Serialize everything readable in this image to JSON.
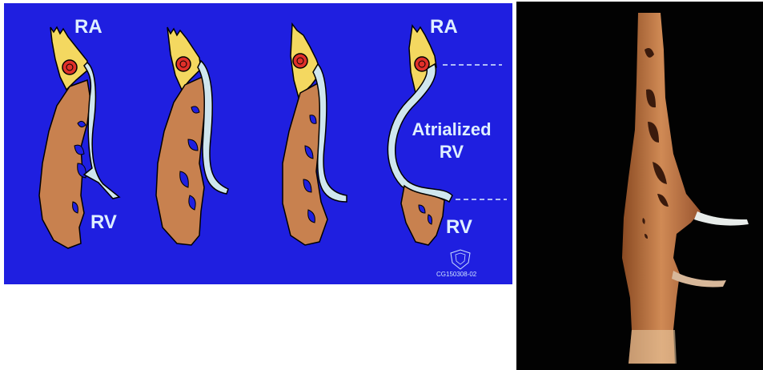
{
  "labels": {
    "ra_left": "RA",
    "rv_left": "RV",
    "ra_right": "RA",
    "atrialized_line1": "Atrialized",
    "atrialized_line2": "RV",
    "rv_right": "RV",
    "code": "CG150308-02"
  },
  "colors": {
    "background_blue": "#1f1fe0",
    "myocardium": "#c8814f",
    "atrial_tissue": "#f4d860",
    "valve_leaflet": "#cfe6ee",
    "label_text": "#dfefff",
    "photo_background": "#020202"
  },
  "icons": {
    "logo": "mayo-shield-logo",
    "coronary": "coronary-artery-icon"
  }
}
